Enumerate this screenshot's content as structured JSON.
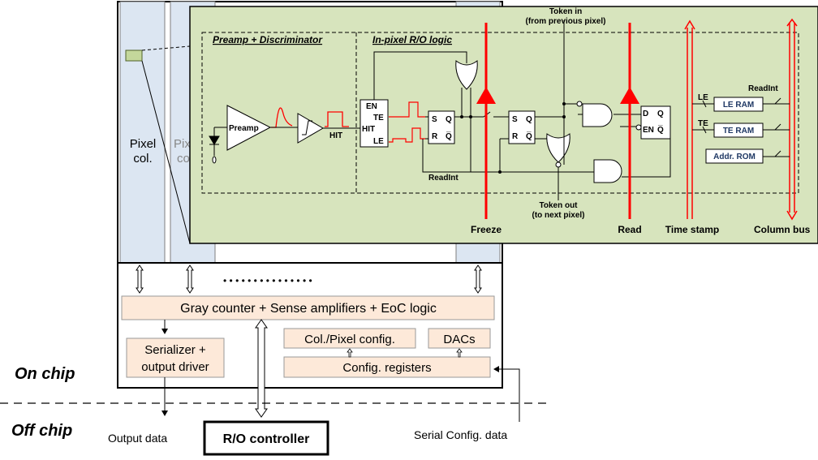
{
  "chip": {
    "pixel_col_1": [
      "Pixel",
      "col."
    ],
    "pixel_col_2": [
      "Pix",
      "co"
    ],
    "dots": "• • • • • • • • • • • • • • •",
    "gray_counter": "Gray counter + Sense amplifiers + EoC logic",
    "serializer": [
      "Serializer +",
      "output driver"
    ],
    "col_pixel_config": "Col./Pixel config.",
    "dacs": "DACs",
    "config_registers": "Config. registers"
  },
  "regions": {
    "on_chip": "On chip",
    "off_chip": "Off chip"
  },
  "external": {
    "output_data": "Output data",
    "ro_controller": "R/O controller",
    "serial_config": "Serial Config. data"
  },
  "pixel_detail": {
    "preamp_disc_title": "Preamp + Discriminator",
    "ro_logic_title": "In-pixel R/O logic",
    "preamp": "Preamp",
    "hit": "HIT",
    "en": "EN",
    "te": "TE",
    "hit_in": "HIT",
    "le": "LE",
    "s": "S",
    "q": "Q",
    "r": "R",
    "qbar": "Q̅",
    "d": "D",
    "en2": "EN",
    "readint": "ReadInt",
    "token_in": [
      "Token in",
      "(from previous pixel)"
    ],
    "token_out": [
      "Token out",
      "(to next pixel)"
    ],
    "freeze": "Freeze",
    "read": "Read",
    "time_stamp": "Time stamp",
    "column_bus": "Column bus",
    "le_label": "LE",
    "te_label": "TE",
    "readint2": "ReadInt",
    "le_ram": "LE RAM",
    "te_ram": "TE RAM",
    "addr_rom": "Addr. ROM"
  },
  "colors": {
    "detail_bg": "#d7e4bd",
    "peach": "#fde9d9",
    "column_fill": "#dce6f2",
    "signal_red": "#ff0000",
    "ram_text": "#1f3864"
  }
}
